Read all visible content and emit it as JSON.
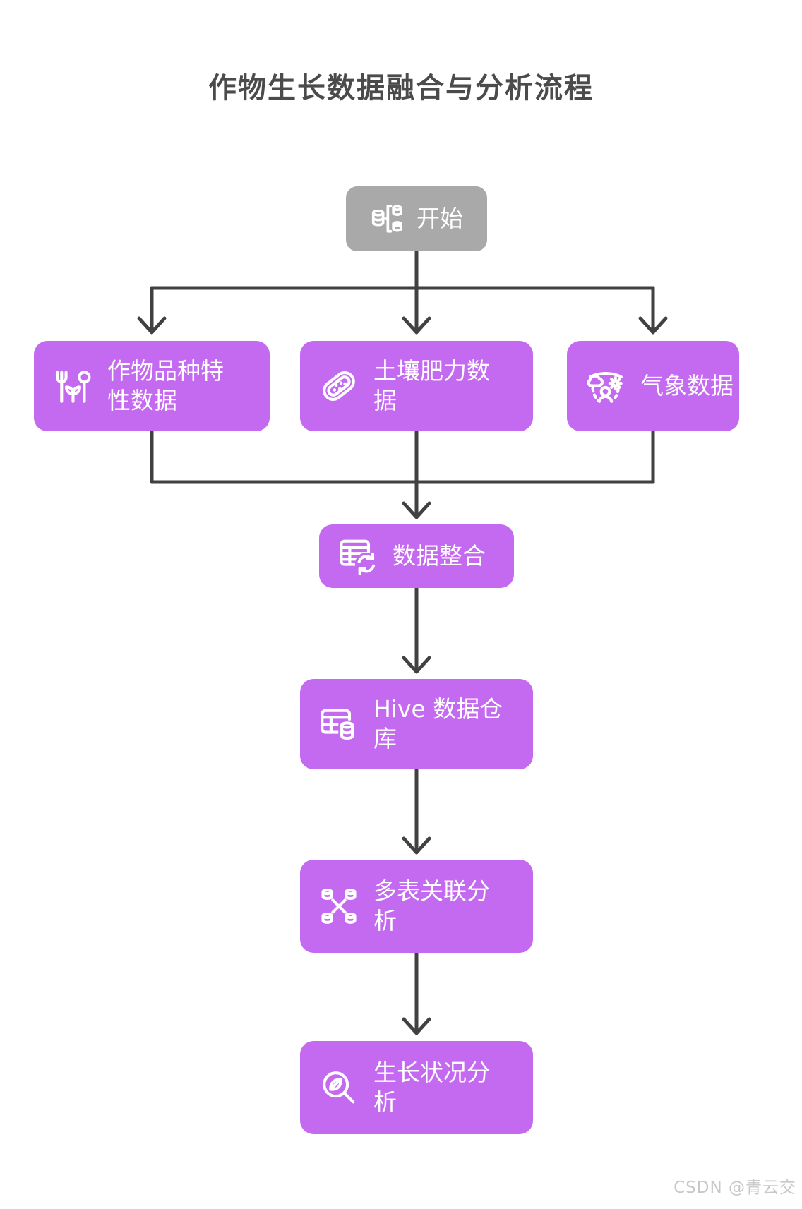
{
  "page": {
    "title": "作物生长数据融合与分析流程",
    "watermark": "CSDN @青云交"
  },
  "flowchart": {
    "nodes": [
      {
        "id": "start",
        "label": "开始",
        "icon": "database-pipeline-icon",
        "shape": "rounded-rect",
        "color": "gray"
      },
      {
        "id": "crop-data",
        "label": "作物品种特性数据",
        "icon": "plant-icon",
        "shape": "rounded-rect",
        "color": "purple"
      },
      {
        "id": "soil-data",
        "label": "土壤肥力数据",
        "icon": "soil-icon",
        "shape": "rounded-rect",
        "color": "purple"
      },
      {
        "id": "weather-data",
        "label": "气象数据",
        "icon": "weather-icon",
        "shape": "rounded-rect",
        "color": "purple"
      },
      {
        "id": "data-integration",
        "label": "数据整合",
        "icon": "table-sync-icon",
        "shape": "rounded-rect",
        "color": "purple"
      },
      {
        "id": "hive-warehouse",
        "label": "Hive 数据仓库",
        "icon": "table-database-icon",
        "shape": "rounded-rect",
        "color": "purple"
      },
      {
        "id": "multi-table-join",
        "label": "多表关联分析",
        "icon": "linked-databases-icon",
        "shape": "rounded-rect",
        "color": "purple"
      },
      {
        "id": "growth-analysis",
        "label": "生长状况分析",
        "icon": "leaf-magnifier-icon",
        "shape": "rounded-rect",
        "color": "purple"
      }
    ],
    "edges": [
      {
        "from": "start",
        "to": "crop-data"
      },
      {
        "from": "start",
        "to": "soil-data"
      },
      {
        "from": "start",
        "to": "weather-data"
      },
      {
        "from": "crop-data",
        "to": "data-integration"
      },
      {
        "from": "soil-data",
        "to": "data-integration"
      },
      {
        "from": "weather-data",
        "to": "data-integration"
      },
      {
        "from": "data-integration",
        "to": "hive-warehouse"
      },
      {
        "from": "hive-warehouse",
        "to": "multi-table-join"
      },
      {
        "from": "multi-table-join",
        "to": "growth-analysis"
      }
    ],
    "colors": {
      "node_purple": "#c46af0",
      "node_gray": "#a9a9a9",
      "arrow": "#414141",
      "title_color": "#4b4b4b",
      "watermark_color": "#c8c8c8"
    }
  }
}
